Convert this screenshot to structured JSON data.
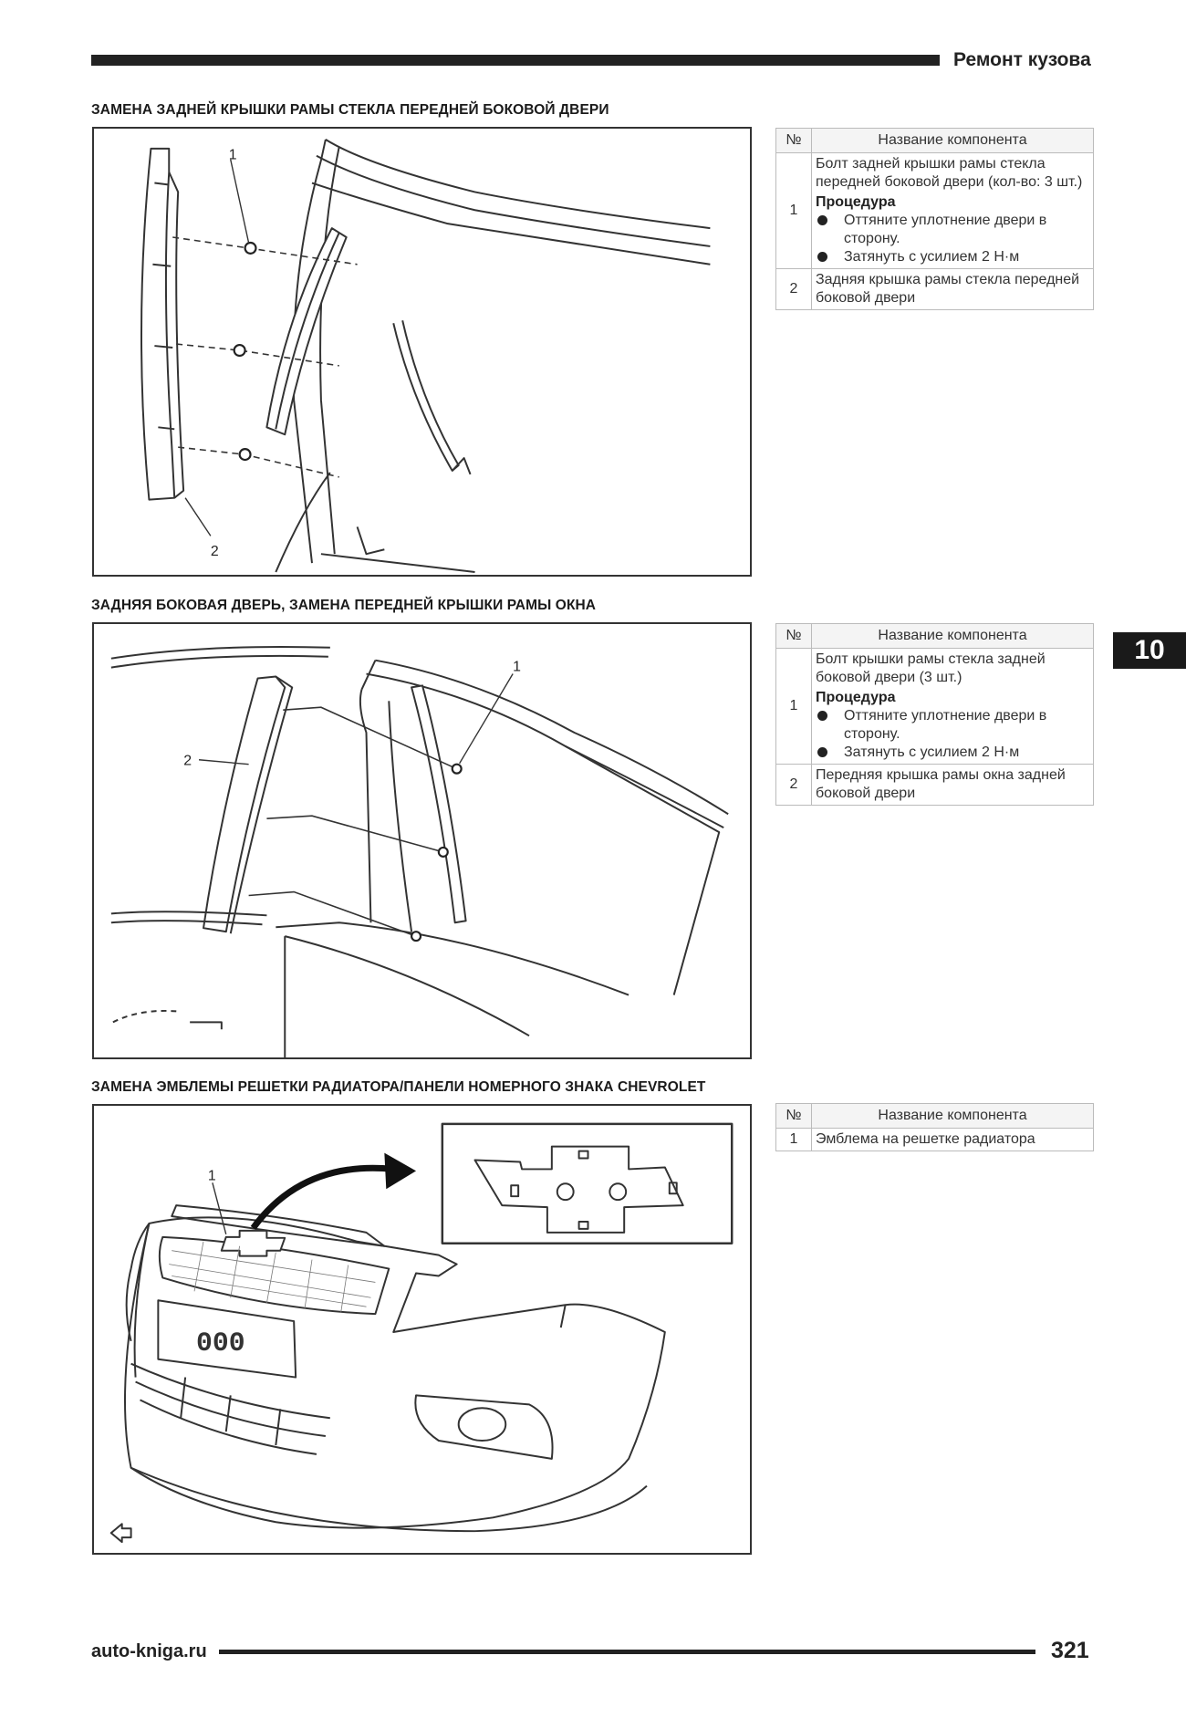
{
  "header": {
    "title": "Ремонт кузова"
  },
  "chapter_tab": "10",
  "table_headers": {
    "num": "№",
    "name": "Название компонента"
  },
  "sections": [
    {
      "title": "ЗАМЕНА ЗАДНЕЙ КРЫШКИ РАМЫ СТЕКЛА ПЕРЕДНЕЙ БОКОВОЙ ДВЕРИ",
      "callouts": [
        "1",
        "2"
      ],
      "rows": [
        {
          "num": "1",
          "name": "Болт задней крышки рамы стекла передней боковой двери (кол-во: 3 шт.)",
          "procedure_title": "Процедура",
          "steps": [
            "Оттяните уплотнение двери в сторону.",
            "Затянуть с усилием 2 Н·м"
          ]
        },
        {
          "num": "2",
          "name": "Задняя крышка рамы стекла передней боковой двери"
        }
      ]
    },
    {
      "title": "ЗАДНЯЯ БОКОВАЯ ДВЕРЬ, ЗАМЕНА ПЕРЕДНЕЙ КРЫШКИ РАМЫ ОКНА",
      "callouts": [
        "1",
        "2"
      ],
      "rows": [
        {
          "num": "1",
          "name": "Болт крышки рамы стекла задней боковой двери (3 шт.)",
          "procedure_title": "Процедура",
          "steps": [
            "Оттяните уплотнение двери в сторону.",
            "Затянуть с усилием 2 Н·м"
          ]
        },
        {
          "num": "2",
          "name": "Передняя крышка рамы окна задней боковой двери"
        }
      ]
    },
    {
      "title": "ЗАМЕНА ЭМБЛЕМЫ РЕШЕТКИ РАДИАТОРА/ПАНЕЛИ НОМЕРНОГО ЗНАКА CHEVROLET",
      "callouts": [
        "1"
      ],
      "plate_text": "000",
      "rows": [
        {
          "num": "1",
          "name": "Эмблема на решетке радиатора"
        }
      ]
    }
  ],
  "footer": {
    "site": "auto-kniga.ru",
    "page": "321"
  }
}
